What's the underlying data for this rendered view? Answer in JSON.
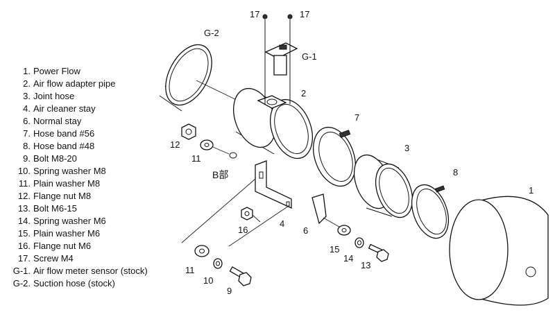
{
  "parts_list": [
    {
      "no": "1.",
      "name": "Power Flow"
    },
    {
      "no": "2.",
      "name": "Air flow adapter pipe"
    },
    {
      "no": "3.",
      "name": "Joint hose"
    },
    {
      "no": "4.",
      "name": "Air cleaner stay"
    },
    {
      "no": "6.",
      "name": "Normal stay"
    },
    {
      "no": "7.",
      "name": "Hose band  #56"
    },
    {
      "no": "8.",
      "name": "Hose band  #48"
    },
    {
      "no": "9.",
      "name": "Bolt  M8-20"
    },
    {
      "no": "10.",
      "name": "Spring washer  M8"
    },
    {
      "no": "11.",
      "name": "Plain washer  M8"
    },
    {
      "no": "12.",
      "name": "Flange nut  M8"
    },
    {
      "no": "13.",
      "name": "Bolt  M6-15"
    },
    {
      "no": "14.",
      "name": "Spring washer  M6"
    },
    {
      "no": "15.",
      "name": "Plain washer  M6"
    },
    {
      "no": "16.",
      "name": "Flange nut  M6"
    },
    {
      "no": "17.",
      "name": "Screw  M4"
    },
    {
      "no": "G-1.",
      "name": "Air flow meter sensor (stock)"
    },
    {
      "no": "G-2.",
      "name": "Suction hose (stock)"
    }
  ],
  "callouts": {
    "c17a": "17",
    "c17b": "17",
    "cG2": "G-2",
    "cG1": "G-1",
    "c2": "2",
    "c7": "7",
    "c3": "3",
    "c8": "8",
    "c1": "1",
    "c12": "12",
    "c11a": "11",
    "cB": "B部",
    "c16": "16",
    "c4": "4",
    "c6": "6",
    "c15": "15",
    "c14": "14",
    "c13": "13",
    "c11b": "11",
    "c10": "10",
    "c9": "9"
  }
}
